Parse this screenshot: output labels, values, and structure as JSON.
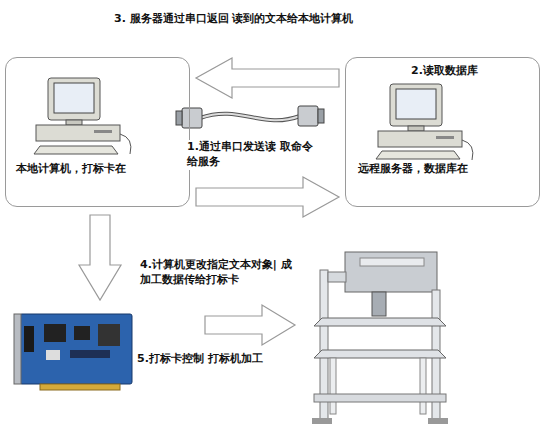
{
  "diagram": {
    "nodes": [
      {
        "text": [
          "本地计算机，打标卡在"
        ]
      },
      {
        "text": [
          "2.读取数据库",
          "远程服务器，数据库在"
        ]
      }
    ],
    "edges": [
      {
        "from": 0,
        "to": 1,
        "arrow": "to",
        "label": "1.通过串口发送读 取命令 给服务"
      },
      {
        "from": 1,
        "to": 0,
        "arrow": "to",
        "label": "3. 服务器通过串口返回 读到的文本给本地计算机"
      }
    ],
    "labels": [
      "4.计算机更改指定文本对象| 成加工数据传给打标卡",
      "5.打标卡控制 打标机加工"
    ]
  }
}
